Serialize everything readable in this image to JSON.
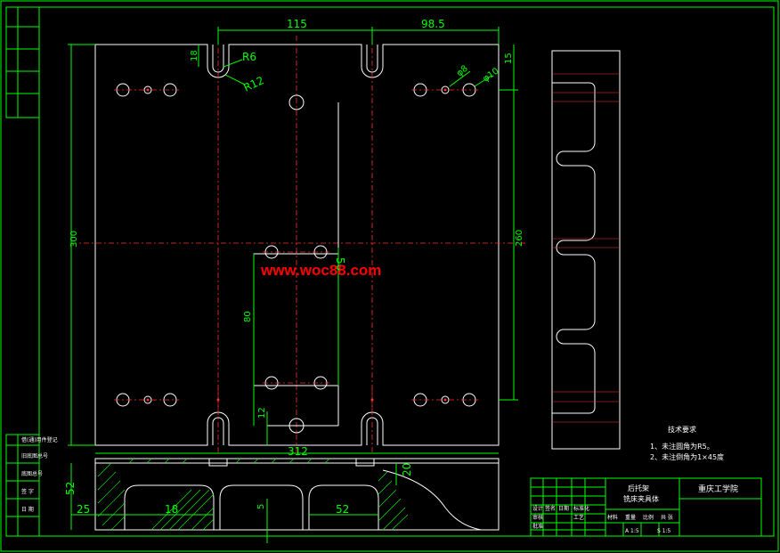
{
  "colors": {
    "line": "#00ff00",
    "part": "#ffffff",
    "center": "#ff3030",
    "watermark": "#ff0000",
    "background": "#000000"
  },
  "dimensions": {
    "top_width_1": "115",
    "top_width_2": "98.5",
    "slot_height": "18",
    "slot_radius_small": "R6",
    "slot_radius_large": "R12",
    "hole_dia_1": "φ8",
    "hole_dia_2": "φ10",
    "center_block": "50",
    "center_height": "80",
    "overall_width": "312",
    "left_height": "300",
    "right_height": "260",
    "small_offset": "12",
    "side_top": "15",
    "section_height": "52",
    "section_left": "25",
    "section_a": "18",
    "section_b": "52",
    "section_c": "5",
    "section_d": "20"
  },
  "watermark": "www.woc88.com",
  "notes": {
    "title": "技术要求",
    "line1": "1、未注圆角为R5。",
    "line2": "2、未注倒角为1×45度"
  },
  "title_block": {
    "part_name_1": "后托架",
    "part_name_2": "铣床夹具体",
    "school": "重庆工学院",
    "scale_a": "A 1:5",
    "scale_b": "S 1:5",
    "col_design": "设计",
    "col_check": "审核",
    "col_approve": "批准",
    "col_material": "材料",
    "col_weight": "重量",
    "col_ratio": "比例",
    "col_sheet": "共 张",
    "col_date": "日期",
    "col_sign": "签名",
    "col_std": "标准化",
    "col_proc": "工艺",
    "left_1": "借(通)用件登记",
    "left_2": "旧底图总号",
    "left_3": "底图总号",
    "left_4": "签 字",
    "left_5": "日 期"
  }
}
